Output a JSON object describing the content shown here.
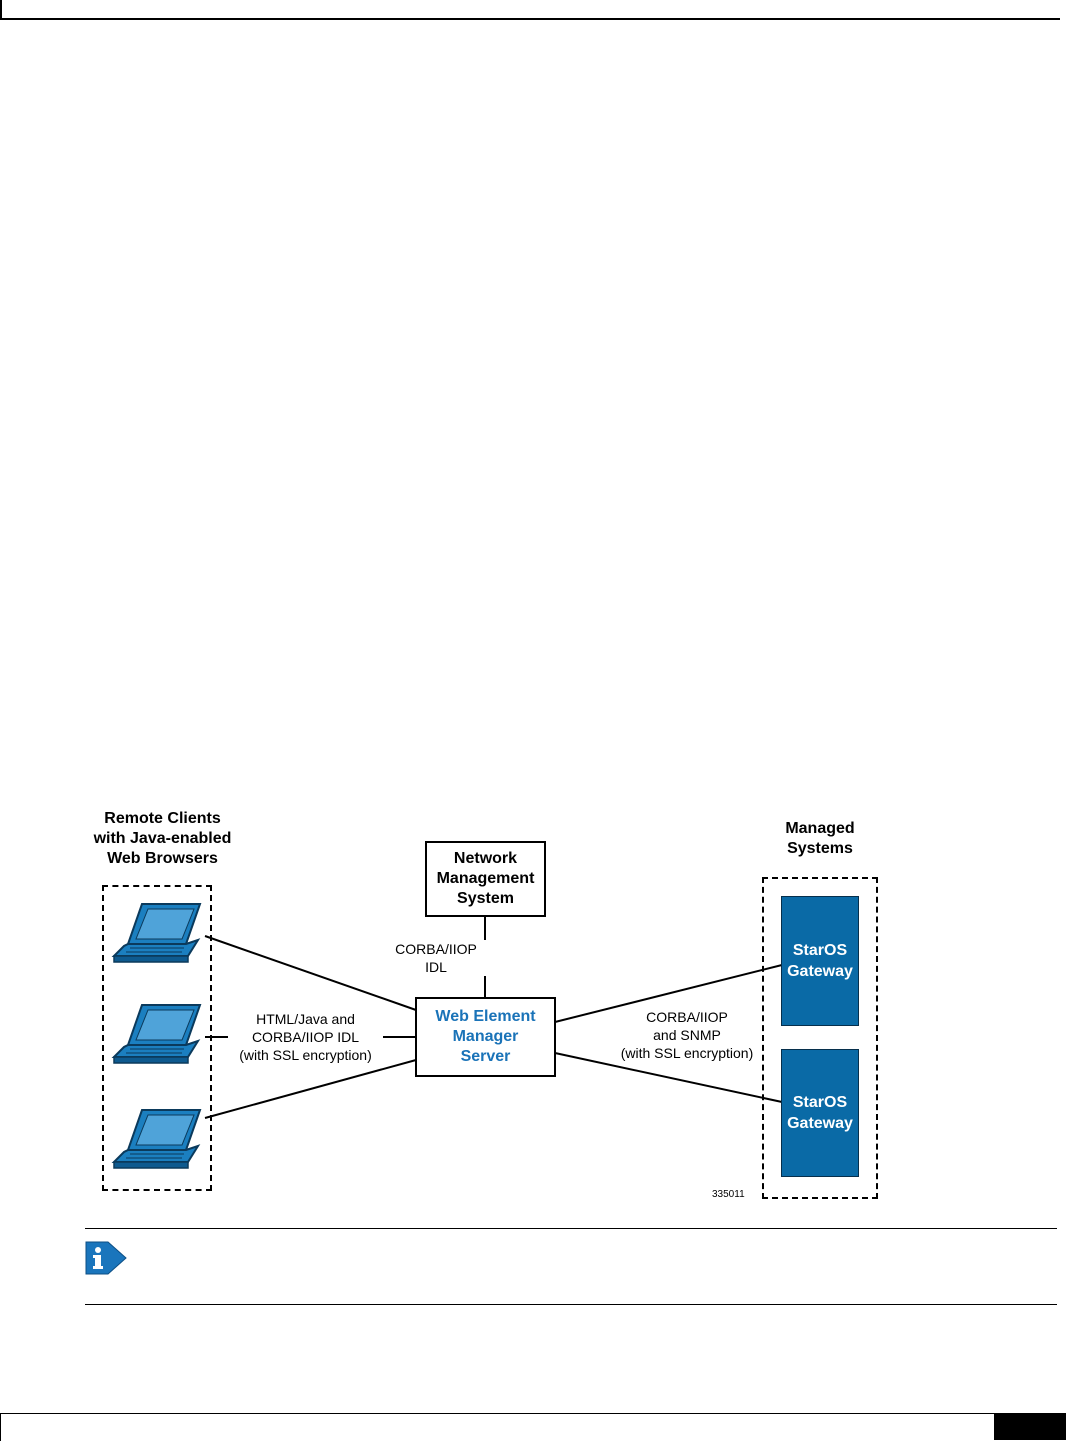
{
  "diagram": {
    "groups": {
      "remote_clients_title": [
        "Remote Clients",
        "with Java-enabled",
        "Web Browsers"
      ],
      "managed_systems_title": [
        "Managed",
        "Systems"
      ]
    },
    "nodes": {
      "nms": [
        "Network",
        "Management",
        "System"
      ],
      "wem": [
        "Web Element",
        "Manager",
        "Server"
      ],
      "gateway_1": [
        "StarOS",
        "Gateway"
      ],
      "gateway_2": [
        "StarOS",
        "Gateway"
      ]
    },
    "edge_labels": {
      "nms_wem": [
        "CORBA/IIOP",
        "IDL"
      ],
      "clients_wem": [
        "HTML/Java and",
        "CORBA/IIOP IDL",
        "(with SSL encryption)"
      ],
      "wem_gateways": [
        "CORBA/IIOP",
        "and SNMP",
        "(with SSL encryption)"
      ]
    },
    "figure_id": "335011"
  },
  "colors": {
    "wem_text": "#1a73b8",
    "gateway_fill": "#0a6aa6",
    "laptop_fill": "#1b7fc0",
    "note_icon": "#1a75bc"
  },
  "icons": {
    "laptop": "laptop-icon",
    "note": "info-note-icon"
  }
}
